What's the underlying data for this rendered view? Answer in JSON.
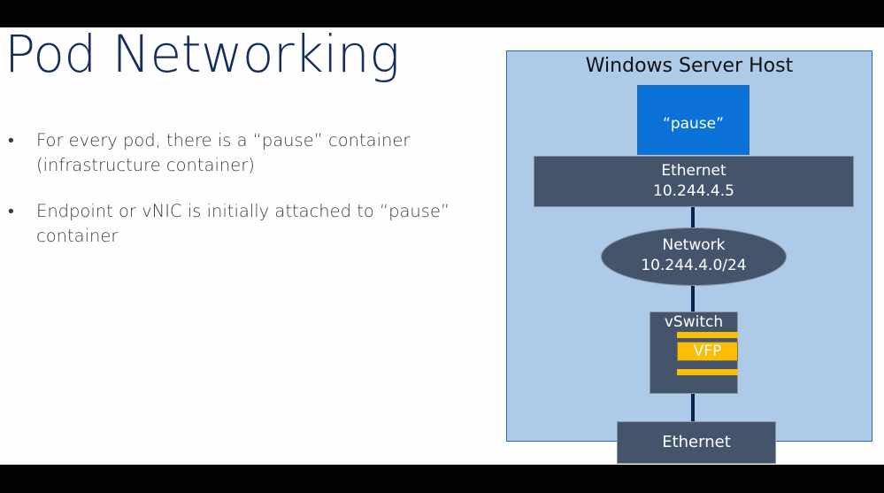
{
  "slide": {
    "title": "Pod Networking",
    "bullets": [
      {
        "marker": "•",
        "text": "For every pod, there is a “pause” container (infrastructure container)"
      },
      {
        "marker": "•",
        "text": "Endpoint or vNIC is initially attached to “pause” container"
      }
    ]
  },
  "diagram": {
    "host_label": "Windows Server Host",
    "pause_container": "“pause”",
    "endpoint": {
      "name": "Ethernet",
      "ip": "10.244.4.5"
    },
    "network": {
      "name": "Network",
      "subnet": "10.244.4.0/24"
    },
    "vswitch": {
      "name": "vSwitch",
      "vfp": "VFP"
    },
    "physical_nic": {
      "name": "Ethernet"
    },
    "colors": {
      "host_fill": "#aecae9",
      "host_border": "#2c6db2",
      "pause_fill": "#0b72d7",
      "node_fill": "#44546b",
      "vfp_fill": "#fbbd06",
      "link": "#0c1f4d",
      "title": "#142d5e"
    }
  }
}
